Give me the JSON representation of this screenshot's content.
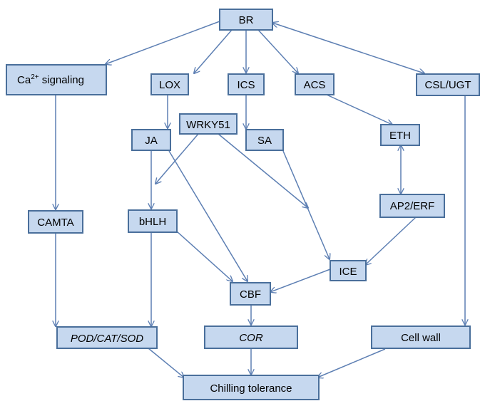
{
  "colors": {
    "box_fill": "#c6d8ef",
    "box_border": "#4a6f9b",
    "arrow": "#5d7fb3"
  },
  "nodes": {
    "br": "BR",
    "ca_main": "Ca",
    "ca_sup": "2+",
    "ca_tail": " signaling",
    "lox": "LOX",
    "ics": "ICS",
    "acs": "ACS",
    "csl_ugt": "CSL/UGT",
    "wrky51": "WRKY51",
    "ja": "JA",
    "sa": "SA",
    "eth": "ETH",
    "camta": "CAMTA",
    "bhlh": "bHLH",
    "ap2_erf": "AP2/ERF",
    "ice": "ICE",
    "cbf": "CBF",
    "pod_cat_sod": "POD/CAT/SOD",
    "cor": "COR",
    "cell_wall": "Cell wall",
    "chilling_tolerance": "Chilling tolerance"
  },
  "edges": [
    {
      "from": "br",
      "to": "ca_signaling"
    },
    {
      "from": "br",
      "to": "lox"
    },
    {
      "from": "br",
      "to": "ics"
    },
    {
      "from": "br",
      "to": "acs"
    },
    {
      "from": "csl_ugt",
      "to": "br"
    },
    {
      "from": "br",
      "to": "csl_ugt"
    },
    {
      "from": "lox",
      "to": "ja"
    },
    {
      "from": "ics",
      "to": "sa"
    },
    {
      "from": "acs",
      "to": "eth"
    },
    {
      "from": "ca_signaling",
      "to": "camta"
    },
    {
      "from": "ja",
      "to": "bhlh"
    },
    {
      "from": "ja",
      "to": "cbf"
    },
    {
      "from": "wrky51",
      "to": "bhlh"
    },
    {
      "from": "wrky51",
      "to": "ice"
    },
    {
      "from": "sa",
      "to": "ice"
    },
    {
      "from": "eth",
      "to": "ap2_erf"
    },
    {
      "from": "ap2_erf",
      "to": "eth"
    },
    {
      "from": "ap2_erf",
      "to": "ice"
    },
    {
      "from": "bhlh",
      "to": "cbf"
    },
    {
      "from": "ice",
      "to": "cbf"
    },
    {
      "from": "camta",
      "to": "pod_cat_sod"
    },
    {
      "from": "bhlh",
      "to": "pod_cat_sod"
    },
    {
      "from": "cbf",
      "to": "cor"
    },
    {
      "from": "csl_ugt",
      "to": "cell_wall"
    },
    {
      "from": "pod_cat_sod",
      "to": "chilling_tolerance"
    },
    {
      "from": "cor",
      "to": "chilling_tolerance"
    },
    {
      "from": "cell_wall",
      "to": "chilling_tolerance"
    }
  ]
}
